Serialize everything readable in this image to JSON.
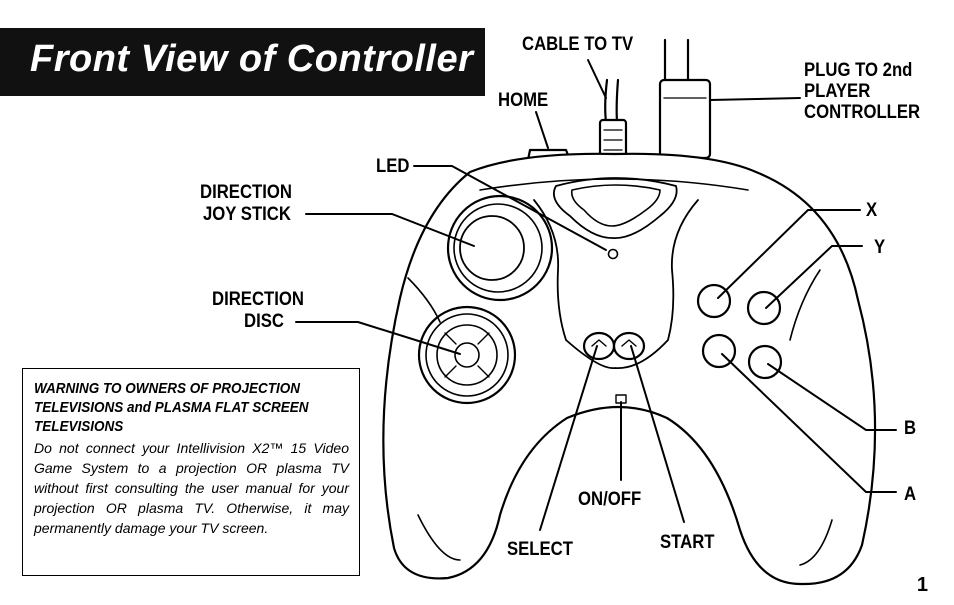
{
  "header": {
    "title": "Front View of Controller"
  },
  "labels": {
    "cable_to_tv": "CABLE TO TV",
    "home": "HOME",
    "plug_line1": "PLUG TO 2nd",
    "plug_line2": "PLAYER",
    "plug_line3": "CONTROLLER",
    "led": "LED",
    "joystick_line1": "DIRECTION",
    "joystick_line2": "JOY STICK",
    "disc_line1": "DIRECTION",
    "disc_line2": "DISC",
    "x": "X",
    "y": "Y",
    "b": "B",
    "a": "A",
    "on_off": "ON/OFF",
    "select": "SELECT",
    "start": "START"
  },
  "warning": {
    "title": "WARNING TO OWNERS OF PROJECTION TELEVISIONS and PLASMA FLAT SCREEN TELEVISIONS",
    "body": "Do not connect your Intellivision X2™ 15 Video Game System to a projection OR plasma TV without first consulting the user manual for your projection OR plasma TV. Otherwise, it may permanently damage your TV screen."
  },
  "page": {
    "number": "1"
  }
}
